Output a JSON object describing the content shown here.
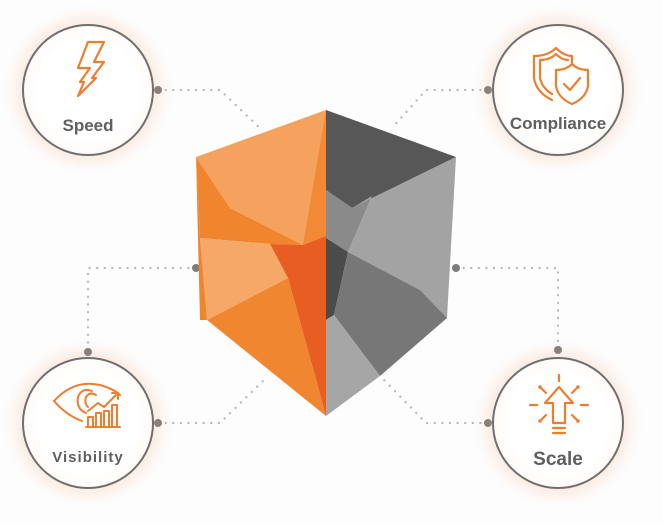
{
  "diagram": {
    "center": {
      "name": "cube",
      "colors": {
        "orange_light": "#f5a25f",
        "orange": "#f0852e",
        "orange_deep": "#e85d22",
        "gray_dark": "#555555",
        "gray_mid": "#7a7a7a",
        "gray_light": "#a3a3a3"
      }
    },
    "nodes": [
      {
        "id": "speed",
        "label": "Speed",
        "icon": "lightning-bolt-icon"
      },
      {
        "id": "compliance",
        "label": "Compliance",
        "icon": "shield-check-icon"
      },
      {
        "id": "visibility",
        "label": "Visibility",
        "icon": "eye-chart-icon"
      },
      {
        "id": "scale",
        "label": "Scale",
        "icon": "arrow-up-rays-icon"
      }
    ],
    "colors": {
      "accent": "#ef7d2d",
      "circle_stroke": "#6f6f6f",
      "label_text": "#5f5f5f",
      "connector": "#b5b5b5",
      "connector_dot": "#7d7d7d"
    }
  }
}
